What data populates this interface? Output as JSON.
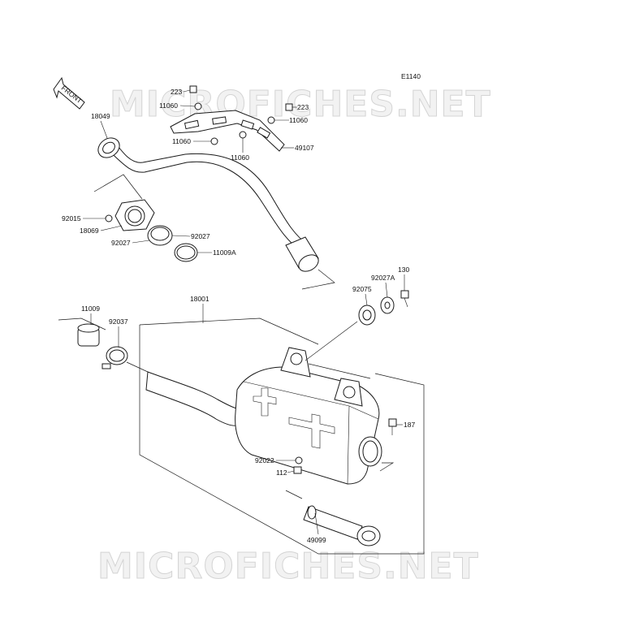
{
  "watermark": "MICROFICHES.NET",
  "diagram_code": "E1140",
  "front_label": "FRONT",
  "parts": {
    "p223a": "223",
    "p223b": "223",
    "p11060a": "11060",
    "p11060b": "11060",
    "p11060c": "11060",
    "p11060d": "11060",
    "p49107": "49107",
    "p18049": "18049",
    "p92015": "92015",
    "p18069": "18069",
    "p92027a": "92027",
    "p92027b": "92027",
    "p11009A": "11009A",
    "p130": "130",
    "p92027A": "92027A",
    "p92075": "92075",
    "p18001": "18001",
    "p11009": "11009",
    "p92037": "92037",
    "p187": "187",
    "p92022": "92022",
    "p112": "112",
    "p49099": "49099"
  }
}
